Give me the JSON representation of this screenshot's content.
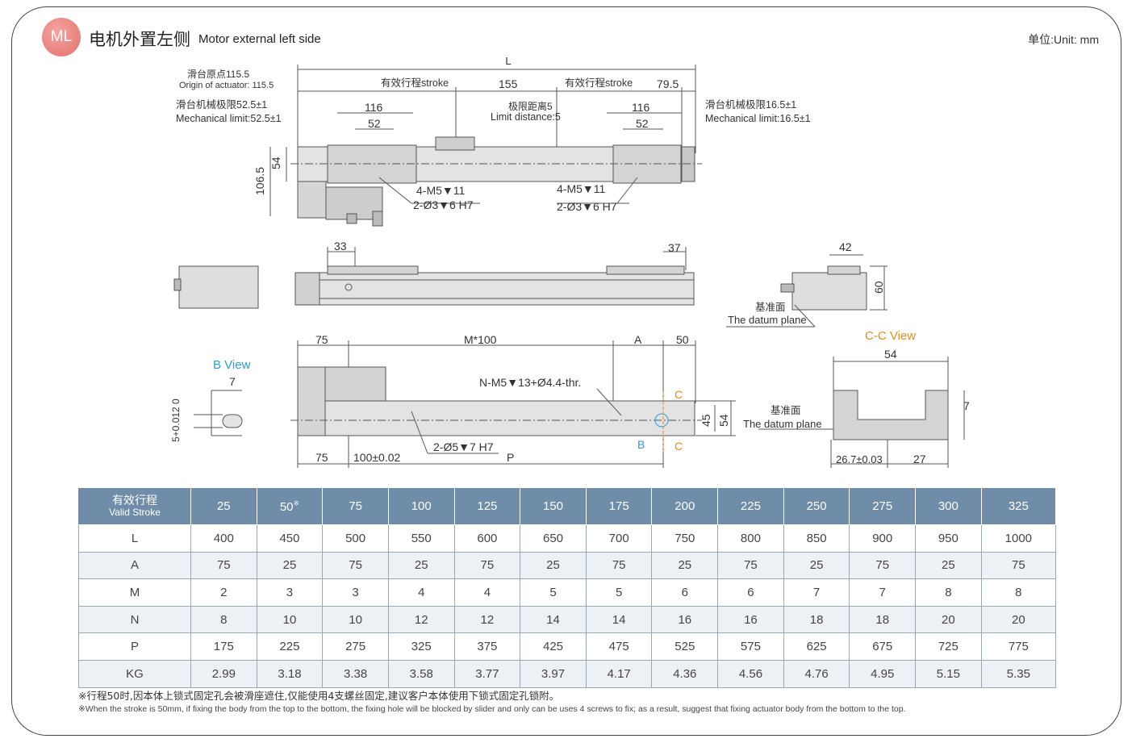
{
  "header": {
    "badge": "ML",
    "title_cn": "电机外置左侧",
    "title_en": "Motor external left side",
    "unit": "单位:Unit: mm"
  },
  "drawing": {
    "top": {
      "L": "L",
      "origin_cn": "滑台原点115.5",
      "origin_en": "Origin of actuator: 115.5",
      "stroke1": "有效行程stroke",
      "d155": "155",
      "stroke2": "有效行程stroke",
      "d79_5": "79.5",
      "mech_left_cn": "滑台机械极限52.5±1",
      "mech_left_en": "Mechanical limit:52.5±1",
      "d116a": "116",
      "d52a": "52",
      "limit_cn": "极限距离5",
      "limit_en": "Limit distance:5",
      "d116b": "116",
      "d52b": "52",
      "mech_right_cn": "滑台机械极限16.5±1",
      "mech_right_en": "Mechanical limit:16.5±1",
      "d106_5": "106.5",
      "d54": "54",
      "holes_a1": "4-M5▼11",
      "holes_a2": "2-Ø3▼6 H7",
      "holes_b1": "4-M5▼11",
      "holes_b2": "2-Ø3▼6 H7"
    },
    "side": {
      "d33": "33",
      "d37": "37",
      "d42": "42",
      "d60": "60",
      "datum_cn": "基准面",
      "datum_en": "The datum plane"
    },
    "bottom": {
      "d75a": "75",
      "m100": "M*100",
      "A": "A",
      "d50": "50",
      "nm5": "N-M5▼13+Ø4.4-thr.",
      "d45": "45",
      "d54": "54",
      "d75b": "75",
      "d100": "100±0.02",
      "holes": "2-Ø5▼7 H7",
      "P": "P",
      "B": "B",
      "C1": "C",
      "C2": "C"
    },
    "bview": {
      "title": "B View",
      "d7": "7",
      "tol": "5+0.012 0"
    },
    "ccview": {
      "title": "C-C View",
      "d54": "54",
      "d7": "7",
      "datum_cn": "基准面",
      "datum_en": "The datum plane",
      "d26_7": "26.7±0.03",
      "d27": "27"
    },
    "colors": {
      "line": "#555555",
      "body": "#d9d9d9",
      "accent": "#f08a1a",
      "bview": "#2a9fd8"
    }
  },
  "table": {
    "header_cn": "有效行程",
    "header_en": "Valid Stroke",
    "strokes": [
      "25",
      "50",
      "75",
      "100",
      "125",
      "150",
      "175",
      "200",
      "225",
      "250",
      "275",
      "300",
      "325"
    ],
    "stroke_mark": "※",
    "rows": [
      {
        "label": "L",
        "values": [
          "400",
          "450",
          "500",
          "550",
          "600",
          "650",
          "700",
          "750",
          "800",
          "850",
          "900",
          "950",
          "1000"
        ]
      },
      {
        "label": "A",
        "values": [
          "75",
          "25",
          "75",
          "25",
          "75",
          "25",
          "75",
          "25",
          "75",
          "25",
          "75",
          "25",
          "75"
        ]
      },
      {
        "label": "M",
        "values": [
          "2",
          "3",
          "3",
          "4",
          "4",
          "5",
          "5",
          "6",
          "6",
          "7",
          "7",
          "8",
          "8"
        ]
      },
      {
        "label": "N",
        "values": [
          "8",
          "10",
          "10",
          "12",
          "12",
          "14",
          "14",
          "16",
          "16",
          "18",
          "18",
          "20",
          "20"
        ]
      },
      {
        "label": "P",
        "values": [
          "175",
          "225",
          "275",
          "325",
          "375",
          "425",
          "475",
          "525",
          "575",
          "625",
          "675",
          "725",
          "775"
        ]
      },
      {
        "label": "KG",
        "values": [
          "2.99",
          "3.18",
          "3.38",
          "3.58",
          "3.77",
          "3.97",
          "4.17",
          "4.36",
          "4.56",
          "4.76",
          "4.95",
          "5.15",
          "5.35"
        ]
      }
    ]
  },
  "notes": {
    "cn": "※行程50时,因本体上锁式固定孔会被滑座遮住,仅能使用4支螺丝固定,建议客户本体使用下锁式固定孔锁附。",
    "en": "※When the stroke is 50mm, if fixing the body from the top to the bottom, the fixing hole will be blocked by slider and only can be uses 4 screws to fix; as a result, suggest that fixing actuator body from the bottom to the top."
  }
}
